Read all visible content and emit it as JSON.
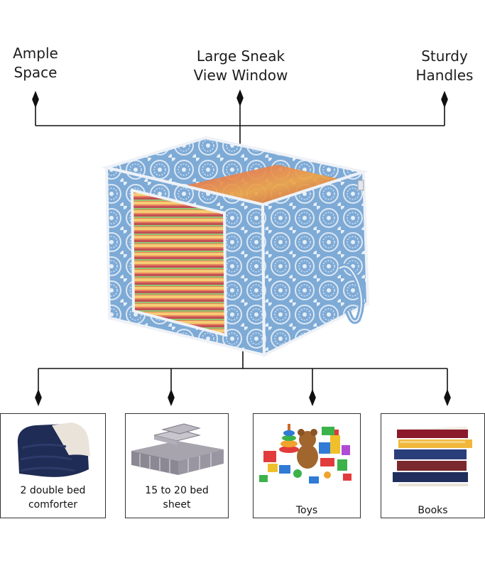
{
  "features": {
    "left": [
      "Ample",
      "Space"
    ],
    "middle": [
      "Large Sneak",
      "View Window"
    ],
    "right": [
      "Sturdy",
      "Handles"
    ]
  },
  "uses": [
    {
      "lines": [
        "2 double bed",
        "comforter"
      ],
      "icon": "comforter-icon"
    },
    {
      "lines": [
        "15 to 20 bed",
        "sheet"
      ],
      "icon": "bedsheet-icon"
    },
    {
      "lines": [
        "Toys"
      ],
      "icon": "toys-icon"
    },
    {
      "lines": [
        "Books"
      ],
      "icon": "books-icon"
    }
  ],
  "colors": {
    "line": "#111111",
    "bag_blue": "#6b9fd2",
    "bag_light": "#d9e6f3",
    "box_border": "#333333"
  }
}
